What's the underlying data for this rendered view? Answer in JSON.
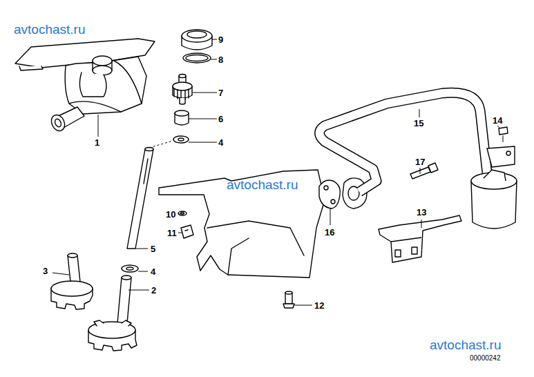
{
  "diagram": {
    "labels": [
      "avtochast.ru",
      "9",
      "8",
      "7",
      "1",
      "6",
      "15",
      "4",
      "14",
      "17",
      "avtochast.ru",
      "10",
      "13",
      "16",
      "11",
      "5",
      "3",
      "4",
      "2",
      "12",
      "avtochast.ru",
      "00000242"
    ]
  }
}
